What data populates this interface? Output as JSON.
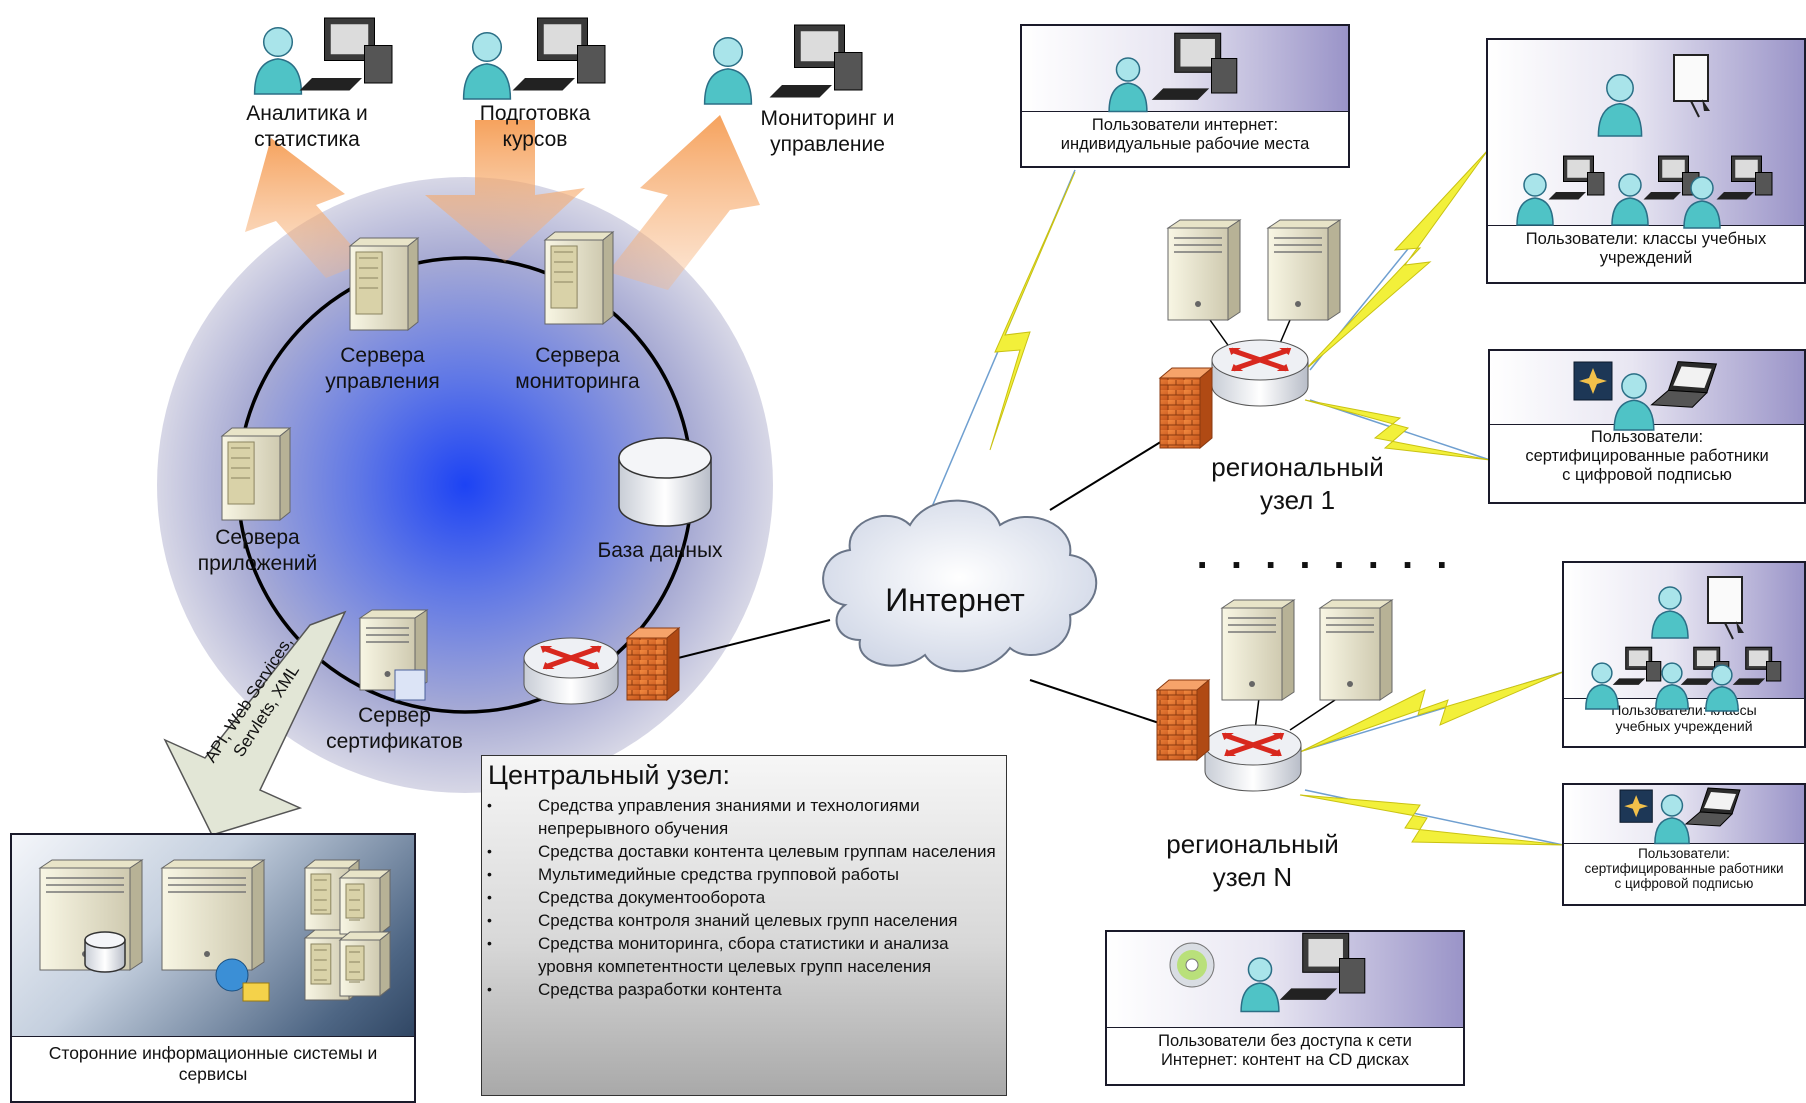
{
  "central": {
    "nodes": {
      "analytics": "Аналитика и\nстатистика",
      "courses": "Подготовка\nкурсов",
      "monitoring": "Мониторинг и\nуправление",
      "mgmt_servers": "Сервера\nуправления",
      "mon_servers": "Сервера\nмониторинга",
      "app_servers": "Сервера\nприложений",
      "database": "База данных",
      "cert_server": "Сервер\nсертификатов",
      "api_arrow": "API, Web Services,\nServlets, XML"
    },
    "box": {
      "title": "Центральный узел:",
      "items": [
        "Средства управления знаниями и технологиями непрерывного обучения",
        "Средства доставки контента целевым группам населения",
        "Мультимедийные средства групповой работы",
        "Средства документооборота",
        "Средства контроля знаний целевых групп населения",
        "Средства мониторинга, сбора статистики и анализа уровня компетентности целевых групп населения",
        "Средства разработки контента"
      ]
    }
  },
  "internet": "Интернет",
  "regional1": "региональный\nузел 1",
  "regionalN": "региональный\nузел N",
  "ellipsis": ". . . . . . . .",
  "panels": {
    "third_party": "Сторонние информационные системы и\nсервисы",
    "internet_users": "Пользователи интернет:\nиндивидуальные рабочие места",
    "classes_1": "Пользователи: классы учебных\nучреждений",
    "certified_1": "Пользователи:\nсертифицированные работники\nс цифровой подписью",
    "classes_n": "Пользователи: классы\nучебных учреждений",
    "certified_n": "Пользователи:\nсертифицированные работники\nс цифровой подписью",
    "offline": "Пользователи без доступа к сети\nИнтернет: контент на CD дисках"
  },
  "colors": {
    "orbit_center": "#2f5cf0",
    "arrow_orange": "#f6a25a",
    "lightning": "#f2f03a",
    "firewall": "#e0702a",
    "router_arrow": "#d8281e",
    "user_body": "#4fc3c6"
  }
}
